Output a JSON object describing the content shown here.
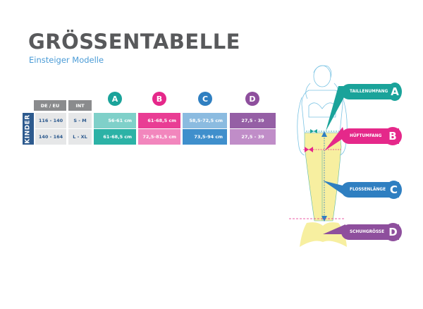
{
  "header": {
    "title": "GRÖSSENTABELLE",
    "subtitle": "Einsteiger Modelle"
  },
  "table": {
    "group_label": "KINDER",
    "columns": [
      {
        "key": "de_eu",
        "label": "DE / EU"
      },
      {
        "key": "int",
        "label": "INT"
      },
      {
        "key": "A",
        "label": "A",
        "color": "#1aa39a"
      },
      {
        "key": "B",
        "label": "B",
        "color": "#e5288a"
      },
      {
        "key": "C",
        "label": "C",
        "color": "#2f7fc1"
      },
      {
        "key": "D",
        "label": "D",
        "color": "#8e4f9d"
      }
    ],
    "rows": [
      {
        "de_eu": "116 - 140",
        "int": "S - M",
        "A": "56-61 cm",
        "B": "61-68,5 cm",
        "C": "58,5-72,5 cm",
        "D": "27,5 - 39"
      },
      {
        "de_eu": "140 - 164",
        "int": "L - XL",
        "A": "61-68,5 cm",
        "B": "72,5-81,5 cm",
        "C": "73,5-94 cm",
        "D": "27,5 - 39"
      }
    ],
    "cell_colors": {
      "A": [
        "#7fd0c9",
        "#2cb2a6"
      ],
      "B": [
        "#e93d94",
        "#f286bd"
      ],
      "C": [
        "#8bbbe0",
        "#3f8fcc"
      ],
      "D": [
        "#955fa5",
        "#c08dc8"
      ]
    }
  },
  "diagram": {
    "callouts": [
      {
        "letter": "A",
        "label": "TAILLENUMFANG",
        "color": "#1aa39a"
      },
      {
        "letter": "B",
        "label": "HÜFTUMFANG",
        "color": "#e5288a"
      },
      {
        "letter": "C",
        "label": "FLOSSENLÄNGE",
        "color": "#2f7fc1"
      },
      {
        "letter": "D",
        "label": "SCHUHGRÖSSE",
        "color": "#8e4f9d"
      }
    ]
  }
}
